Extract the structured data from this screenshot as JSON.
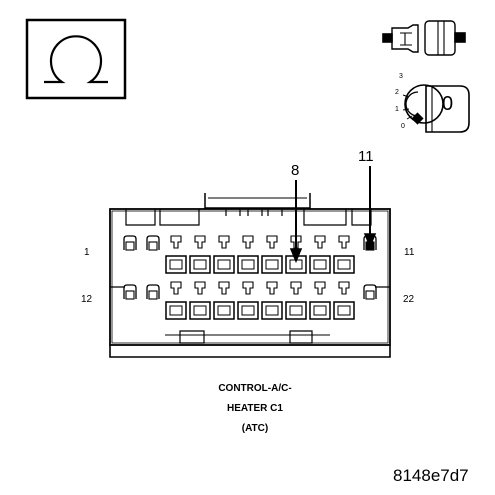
{
  "diagram": {
    "connector_name_line1": "CONTROL-A/C-",
    "connector_name_line2": "HEATER C1",
    "connector_name_line3": "(ATC)",
    "figure_code": "8148e7d7",
    "pin_labels": {
      "top_left": "1",
      "top_right": "11",
      "bottom_left": "12",
      "bottom_right": "22"
    },
    "callouts": [
      "8",
      "11"
    ],
    "key_positions": [
      "3",
      "2",
      "1",
      "0"
    ],
    "key_label": "0",
    "icons": [
      "ohmmeter-icon",
      "connector-disconnect-icon",
      "ignition-key-off-icon"
    ],
    "colors": {
      "line": "#000000",
      "background": "#ffffff"
    }
  }
}
